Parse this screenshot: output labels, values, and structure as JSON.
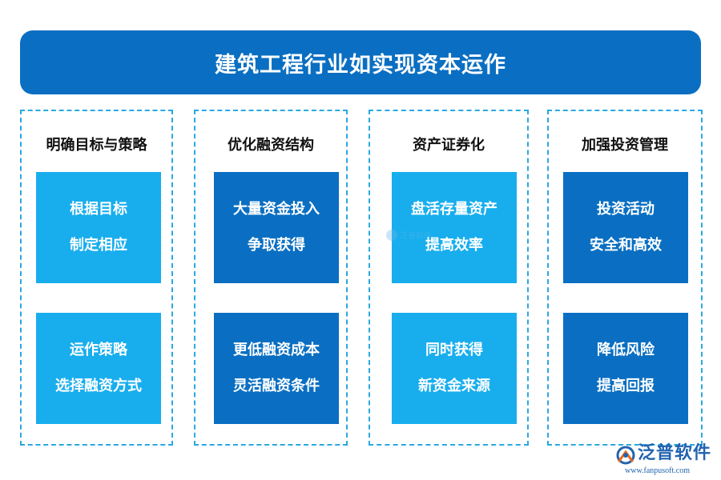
{
  "title": "建筑工程行业如实现资本运作",
  "colors": {
    "title_bg": "#0a6fc2",
    "border": "#29a9e1",
    "light_card": "#18aeee",
    "dark_card": "#0a6fc2"
  },
  "columns": [
    {
      "heading": "明确目标与策略",
      "card_style": "light",
      "cards": [
        {
          "lines": [
            "根据目标",
            "制定相应"
          ]
        },
        {
          "lines": [
            "运作策略",
            "选择融资方式"
          ]
        }
      ]
    },
    {
      "heading": "优化融资结构",
      "card_style": "dark",
      "cards": [
        {
          "lines": [
            "大量资金投入",
            "争取获得"
          ]
        },
        {
          "lines": [
            "更低融资成本",
            "灵活融资条件"
          ]
        }
      ]
    },
    {
      "heading": "资产证券化",
      "card_style": "light",
      "cards": [
        {
          "lines": [
            "盘活存量资产",
            "提高效率"
          ]
        },
        {
          "lines": [
            "同时获得",
            "新资金来源"
          ]
        }
      ]
    },
    {
      "heading": "加强投资管理",
      "card_style": "dark",
      "cards": [
        {
          "lines": [
            "投资活动",
            "安全和高效"
          ]
        },
        {
          "lines": [
            "降低风险",
            "提高回报"
          ]
        }
      ]
    }
  ],
  "watermark_text": "泛普软件",
  "logo": {
    "name": "泛普软件",
    "url": "www.fanpusoft.com",
    "icon": "fanpu-logo-icon"
  }
}
